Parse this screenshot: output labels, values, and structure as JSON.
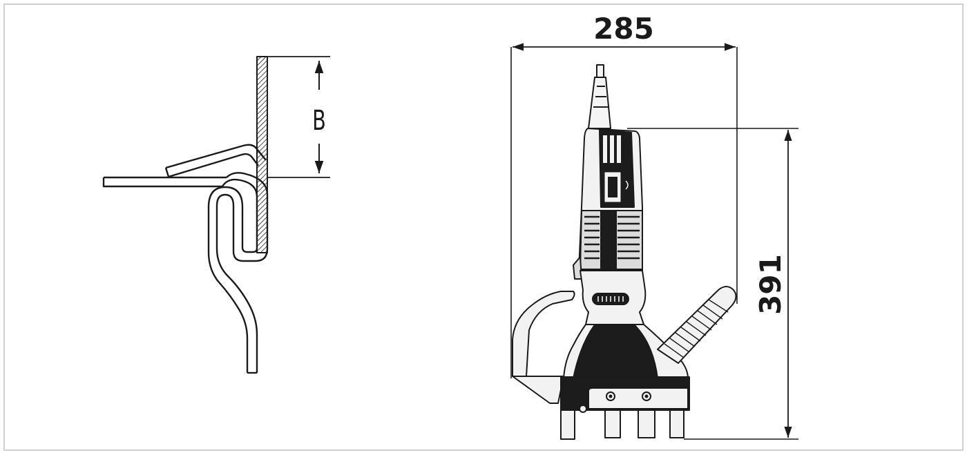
{
  "profile_diagram": {
    "dimension_label": "B"
  },
  "machine_diagram": {
    "width_label": "285",
    "height_label": "391"
  },
  "colors": {
    "line": "#1a1a1a",
    "frame": "#cfcfcf",
    "body_dark": "#1c1c1c",
    "body_mid": "#dcdcdc",
    "body_light": "#f2f2f2"
  }
}
